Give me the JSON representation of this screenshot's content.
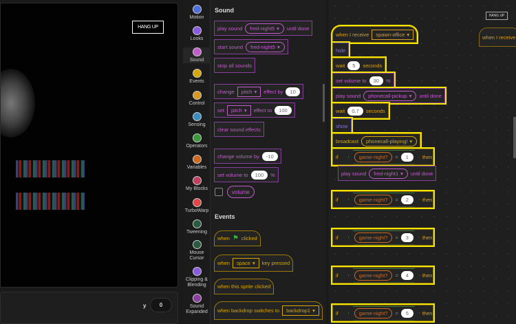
{
  "stage": {
    "hangup": "HANG UP",
    "y_label": "y",
    "y_value": "0"
  },
  "categories": [
    {
      "label": "Motion",
      "color": "#4c6fd9"
    },
    {
      "label": "Looks",
      "color": "#8a5ae0"
    },
    {
      "label": "Sound",
      "color": "#c25ccc"
    },
    {
      "label": "Events",
      "color": "#d8a800"
    },
    {
      "label": "Control",
      "color": "#d69a20"
    },
    {
      "label": "Sensing",
      "color": "#3a8fbf"
    },
    {
      "label": "Operators",
      "color": "#3a9a3a"
    },
    {
      "label": "Variables",
      "color": "#d06a20"
    },
    {
      "label": "My Blocks",
      "color": "#c04060"
    },
    {
      "label": "TurboWarp",
      "color": "#e04848"
    },
    {
      "label": "Tweening",
      "color": "#2a5a40"
    },
    {
      "label": "Mouse Cursor",
      "color": "#2a5a40"
    },
    {
      "label": "Clipping & Blending",
      "color": "#8a5ae0"
    },
    {
      "label": "Sound Expanded",
      "color": "#8a3ea0"
    }
  ],
  "palette": {
    "sound_header": "Sound",
    "play_sound": {
      "a": "play sound",
      "sound": "fred-night5",
      "b": "until done"
    },
    "start_sound": {
      "a": "start sound",
      "sound": "fred-night5"
    },
    "stop_all": "stop all sounds",
    "change_effect": {
      "a": "change",
      "effect": "pitch",
      "b": "effect by",
      "value": "10"
    },
    "set_effect": {
      "a": "set",
      "effect": "pitch",
      "b": "effect to",
      "value": "100"
    },
    "clear_effects": "clear sound effects",
    "change_volume": {
      "a": "change volume by",
      "value": "-10"
    },
    "set_volume": {
      "a": "set volume to",
      "value": "100",
      "b": "%"
    },
    "volume_reporter": "volume",
    "events_header": "Events",
    "when_flag": {
      "a": "when",
      "b": "clicked"
    },
    "when_key": {
      "a": "when",
      "key": "space",
      "b": "key pressed"
    },
    "when_sprite": "when this sprite clicked",
    "when_backdrop": {
      "a": "when backdrop switches to",
      "backdrop": "backdrop1"
    }
  },
  "workspace": {
    "hangup": "HANG UP",
    "hat": {
      "a": "when I receive",
      "msg": "spawn-office"
    },
    "hide": "hide",
    "wait1": {
      "a": "wait",
      "value": "5",
      "b": "seconds"
    },
    "set_volume": {
      "a": "set volume to",
      "value": "30",
      "b": "%"
    },
    "play_pickup": {
      "a": "play sound",
      "sound": "phonecall-pickup",
      "b": "until done"
    },
    "wait2": {
      "a": "wait",
      "value": "0.7",
      "b": "seconds"
    },
    "show": "show",
    "broadcast": {
      "a": "broadcast",
      "msg": "phonecall-playing!"
    },
    "ifs": [
      {
        "a": "if",
        "var": "game-night?",
        "eq": "=",
        "value": "1",
        "b": "then"
      },
      {
        "a": "if",
        "var": "game-night?",
        "eq": "=",
        "value": "2",
        "b": "then"
      },
      {
        "a": "if",
        "var": "game-night?",
        "eq": "=",
        "value": "3",
        "b": "then"
      },
      {
        "a": "if",
        "var": "game-night?",
        "eq": "=",
        "value": "4",
        "b": "then"
      },
      {
        "a": "if",
        "var": "game-night?",
        "eq": "=",
        "value": "5",
        "b": "then"
      }
    ],
    "inner_play": {
      "a": "play sound",
      "sound": "fred-night1",
      "b": "until done"
    },
    "second_hat": "when I receive"
  }
}
